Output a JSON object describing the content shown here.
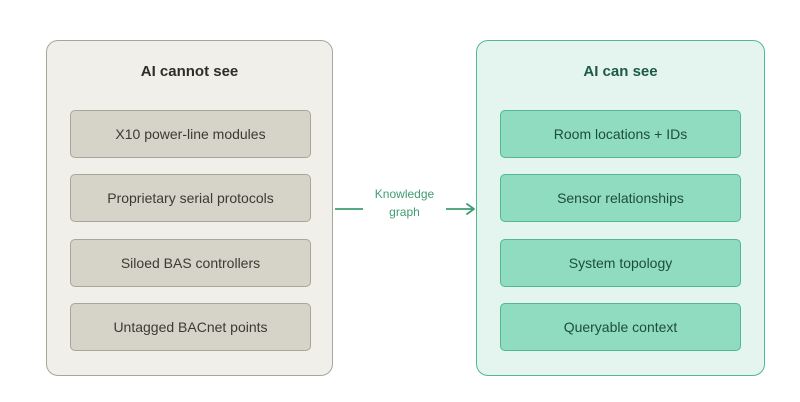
{
  "left_panel": {
    "title": "AI cannot see",
    "items": [
      "X10 power-line modules",
      "Proprietary serial protocols",
      "Siloed BAS controllers",
      "Untagged BACnet points"
    ]
  },
  "right_panel": {
    "title": "AI can see",
    "items": [
      "Room locations + IDs",
      "Sensor relationships",
      "System topology",
      "Queryable context"
    ]
  },
  "connector": {
    "label_line1": "Knowledge",
    "label_line2": "graph"
  },
  "colors": {
    "left_fill": "#f1efea",
    "left_item": "#d6d3c8",
    "right_fill": "#e3f5ee",
    "right_item": "#8fdcc0",
    "accent_green": "#3f9d73"
  }
}
